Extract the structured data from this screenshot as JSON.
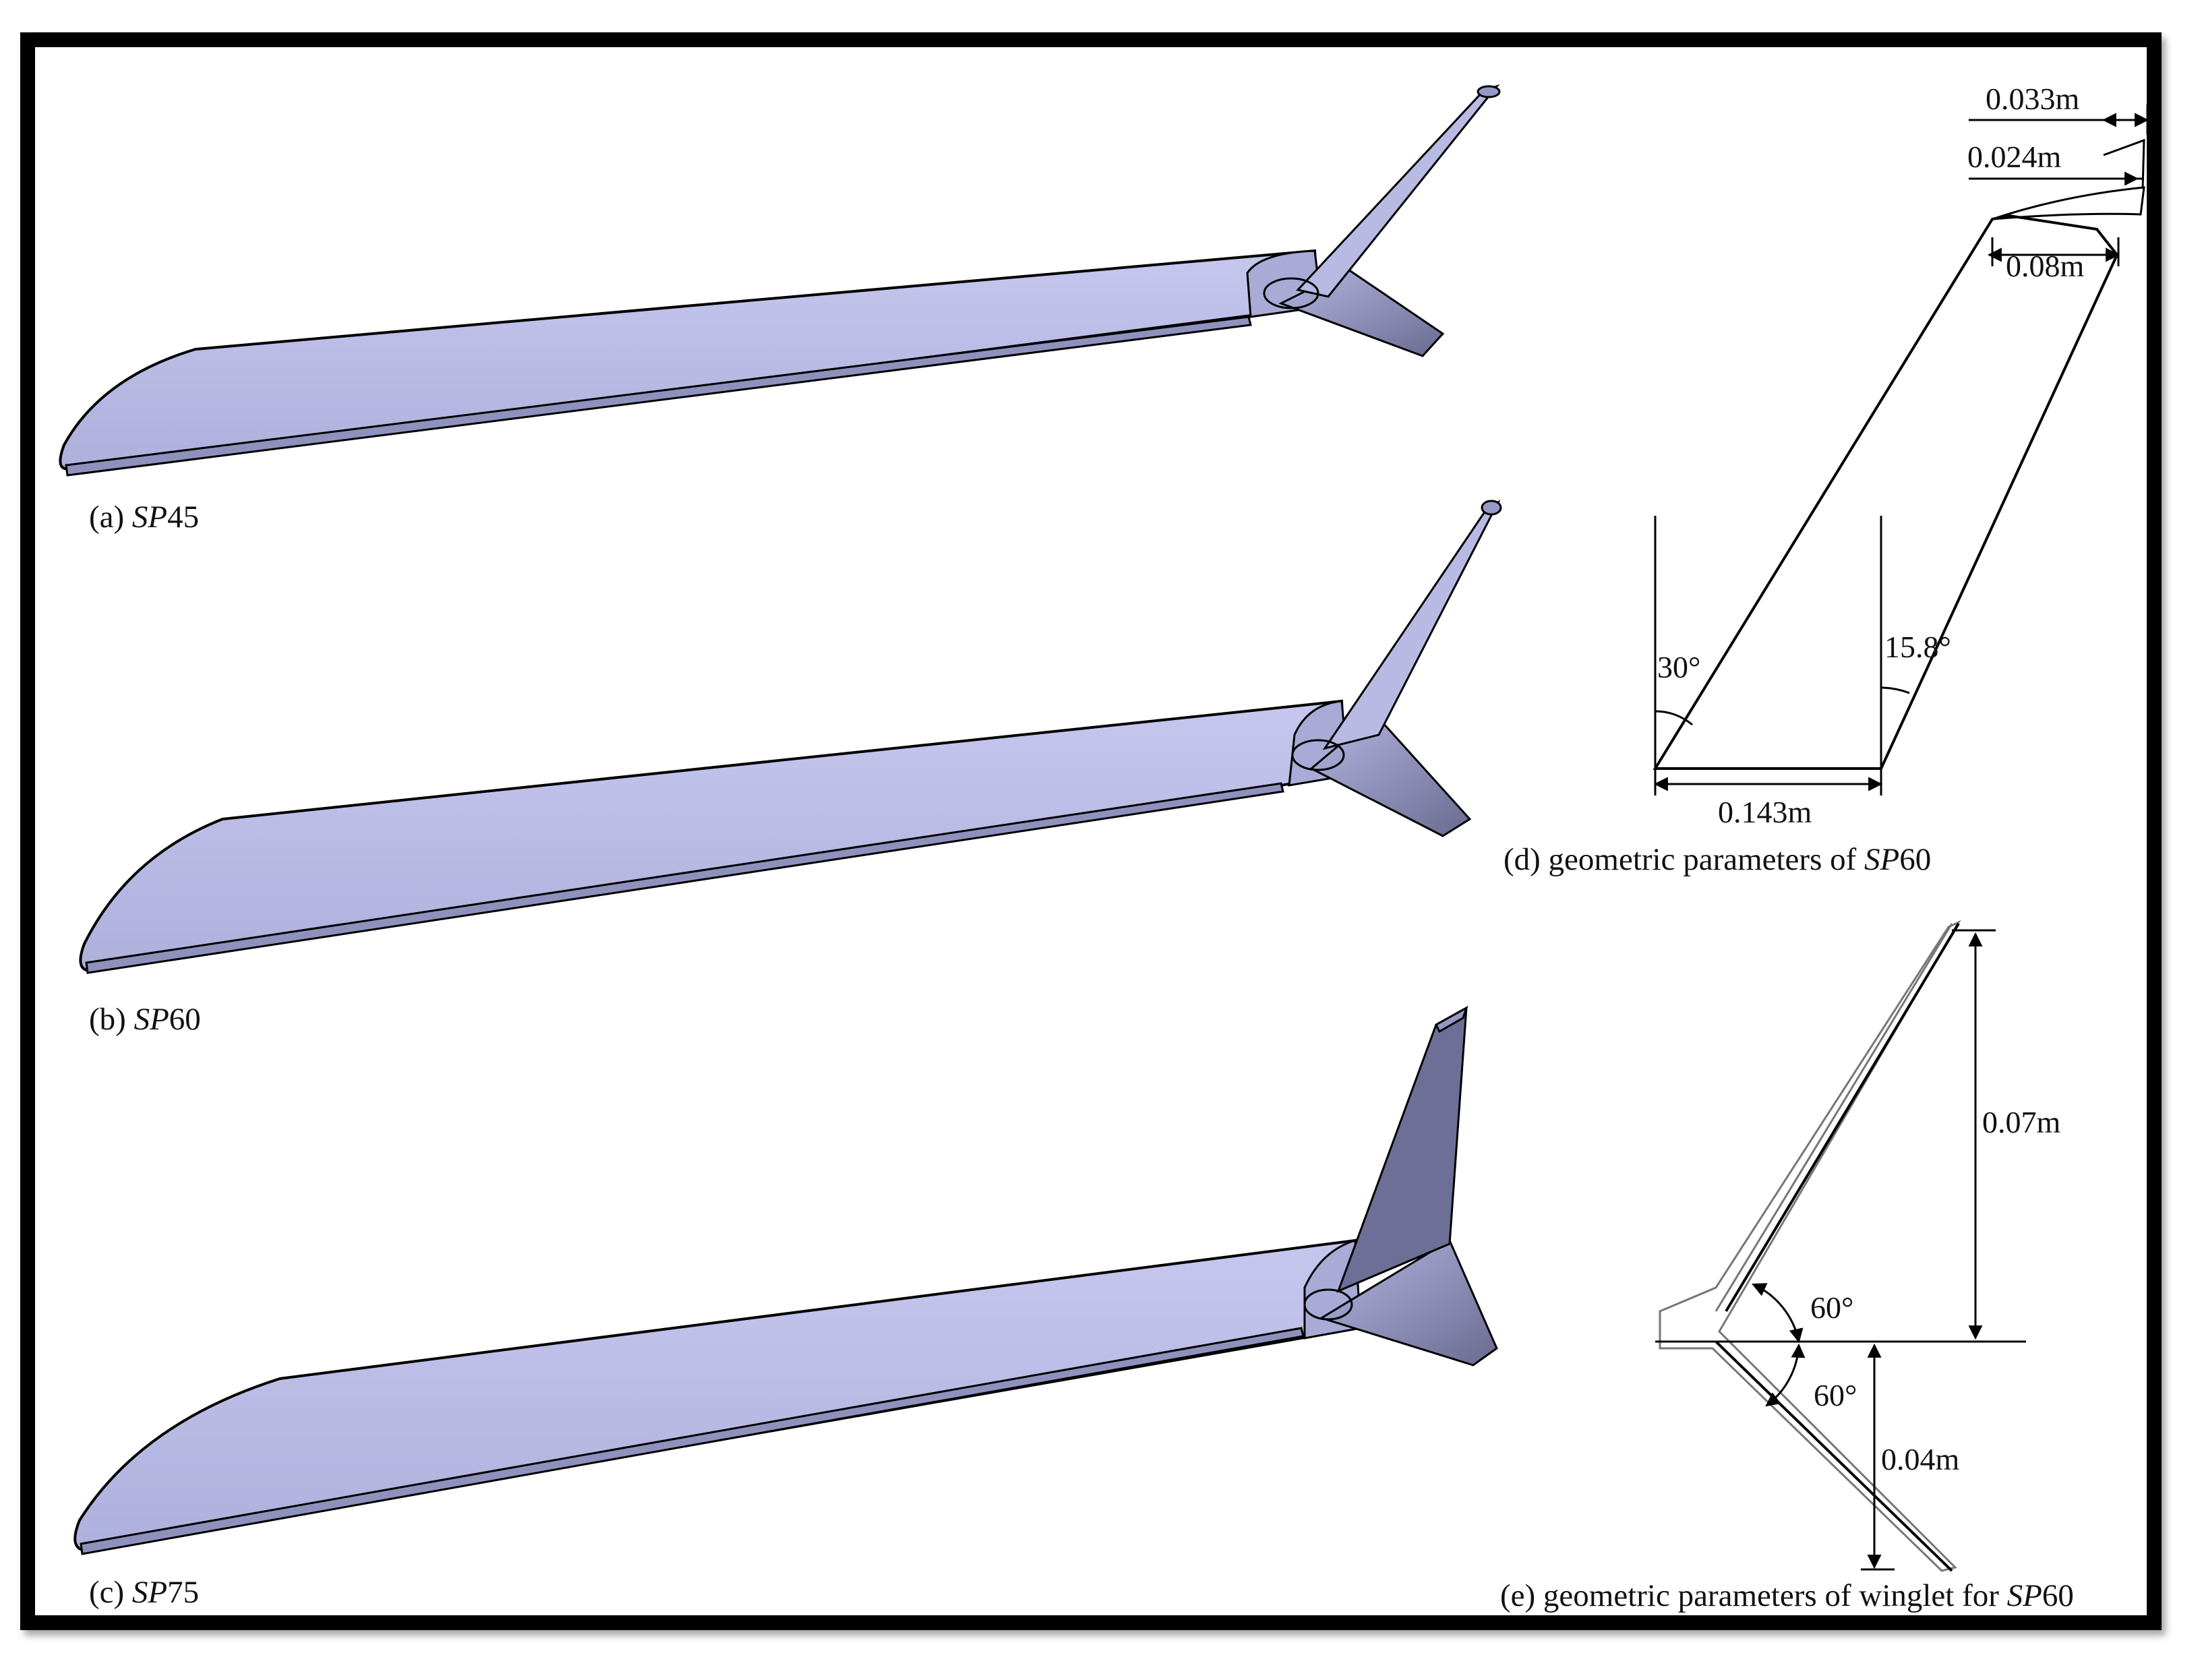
{
  "panels": [
    {
      "prefix": "(a) ",
      "model_italic": "SP",
      "model_num": "45"
    },
    {
      "prefix": "(b) ",
      "model_italic": "SP",
      "model_num": "60"
    },
    {
      "prefix": "(c) ",
      "model_italic": "SP",
      "model_num": "75"
    },
    {
      "prefix": "(d) geometric parameters of ",
      "model_italic": "SP",
      "model_num": "60"
    },
    {
      "prefix": "(e) geometric parameters of winglet for ",
      "model_italic": "SP",
      "model_num": "60"
    }
  ],
  "dimensions_d": {
    "tip_outer": "0.033m",
    "tip_inner": "0.024m",
    "tip_chord": "0.08m",
    "root_chord": "0.143m",
    "angle_le": "30°",
    "angle_te": "15.8°"
  },
  "dimensions_e": {
    "upper_height": "0.07m",
    "lower_height": "0.04m",
    "upper_angle": "60°",
    "lower_angle": "60°"
  },
  "colors": {
    "wing_surface": "#bcbde6",
    "wing_shadow": "#7c7da6",
    "winglet_dark": "#5c5d80",
    "outline": "#000000"
  }
}
